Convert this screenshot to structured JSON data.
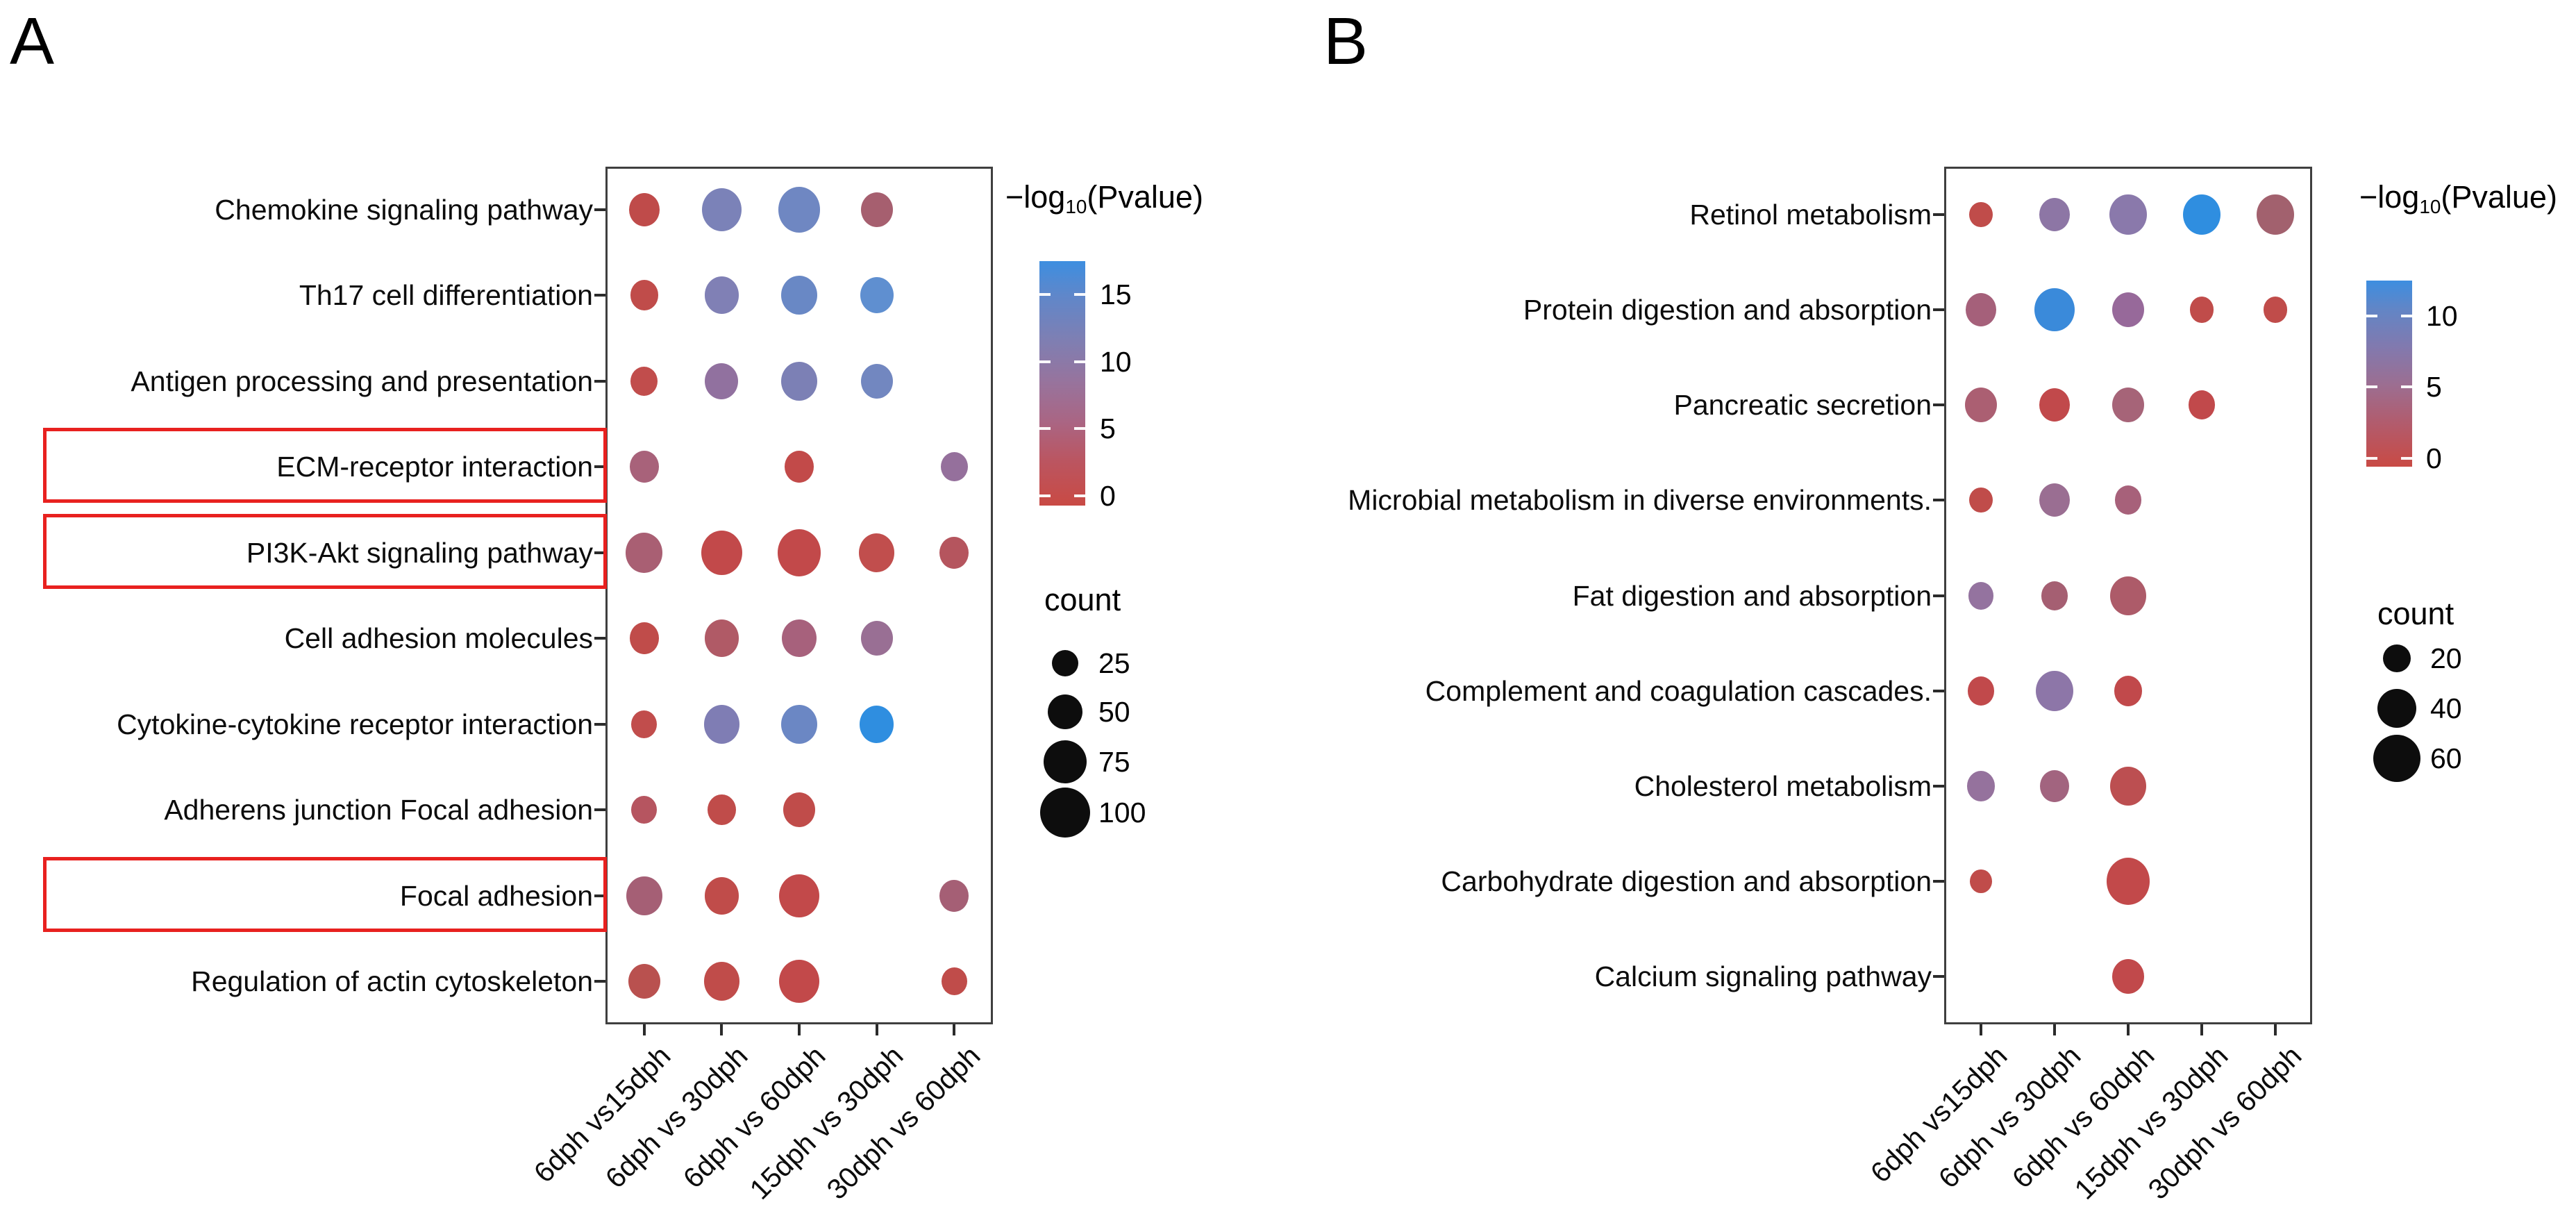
{
  "figure": {
    "background": "#ffffff",
    "description": "Two KEGG pathway enrichment bubble plots (panels A and B)",
    "highlight_box_color": "#e8211f"
  },
  "chart_data": [
    {
      "type": "scatter",
      "panel": "A",
      "x_categories": [
        "6dph vs15dph",
        "6dph vs 30dph",
        "6dph vs 60dph",
        "15dph vs 30dph",
        "30dph vs 60dph"
      ],
      "y_categories": [
        "Chemokine signaling pathway",
        "Th17 cell differentiation",
        "Antigen processing and presentation",
        "ECM-receptor interaction",
        "PI3K-Akt signaling pathway",
        "Cell adhesion molecules",
        "Cytokine-cytokine receptor interaction",
        "Adherens junction Focal adhesion",
        "Focal adhesion",
        "Regulation of actin cytoskeleton"
      ],
      "boxed_y_categories": [
        "ECM-receptor interaction",
        "PI3K-Akt signaling pathway",
        "Focal adhesion"
      ],
      "legend": {
        "color_title_prefix": "−log",
        "color_title_sub": "10",
        "color_title_suffix": "(Pvalue)",
        "color_ticks": [
          15,
          10,
          5,
          0
        ],
        "color_range": [
          0,
          17.5
        ],
        "gradient": [
          {
            "pos": 0.0,
            "color": "#3d8ee0"
          },
          {
            "pos": 0.14,
            "color": "#5f87ca"
          },
          {
            "pos": 0.32,
            "color": "#7e7fb3"
          },
          {
            "pos": 0.5,
            "color": "#98739c"
          },
          {
            "pos": 0.66,
            "color": "#aa6583"
          },
          {
            "pos": 0.82,
            "color": "#bb5560"
          },
          {
            "pos": 1.0,
            "color": "#c94a44"
          }
        ],
        "count_title": "count",
        "count_items": [
          {
            "value": "25",
            "d": 38
          },
          {
            "value": "50",
            "d": 50
          },
          {
            "value": "75",
            "d": 62
          },
          {
            "value": "100",
            "d": 72
          }
        ]
      },
      "dots": [
        {
          "r": 0,
          "c": 0,
          "p": 1,
          "count": 45,
          "color": "#bf4b4a",
          "d": 48
        },
        {
          "r": 0,
          "c": 1,
          "p": 11,
          "count": 74,
          "color": "#7b82b8",
          "d": 62
        },
        {
          "r": 0,
          "c": 2,
          "p": 12,
          "count": 84,
          "color": "#6f87c2",
          "d": 66
        },
        {
          "r": 0,
          "c": 3,
          "p": 5,
          "count": 48,
          "color": "#a65f6f",
          "d": 50
        },
        {
          "r": 1,
          "c": 0,
          "p": 1,
          "count": 37,
          "color": "#c04c4a",
          "d": 44
        },
        {
          "r": 1,
          "c": 1,
          "p": 10.5,
          "count": 56,
          "color": "#8080b5",
          "d": 54
        },
        {
          "r": 1,
          "c": 2,
          "p": 12.5,
          "count": 60,
          "color": "#6988c5",
          "d": 56
        },
        {
          "r": 1,
          "c": 3,
          "p": 13.5,
          "count": 52,
          "color": "#5f8fd0",
          "d": 52
        },
        {
          "r": 2,
          "c": 0,
          "p": 1,
          "count": 34,
          "color": "#c14d4c",
          "d": 42
        },
        {
          "r": 2,
          "c": 1,
          "p": 8,
          "count": 52,
          "color": "#91719f",
          "d": 52
        },
        {
          "r": 2,
          "c": 2,
          "p": 11,
          "count": 60,
          "color": "#7c80b5",
          "d": 56
        },
        {
          "r": 2,
          "c": 3,
          "p": 12,
          "count": 48,
          "color": "#7287c0",
          "d": 50
        },
        {
          "r": 3,
          "c": 0,
          "p": 4.5,
          "count": 41,
          "color": "#a8627a",
          "d": 46
        },
        {
          "r": 3,
          "c": 2,
          "p": 0.5,
          "count": 41,
          "color": "#c24a49",
          "d": 46
        },
        {
          "r": 3,
          "c": 4,
          "p": 7.5,
          "count": 34,
          "color": "#95709c",
          "d": 42
        },
        {
          "r": 4,
          "c": 0,
          "p": 5,
          "count": 65,
          "color": "#a95f73",
          "d": 58
        },
        {
          "r": 4,
          "c": 1,
          "p": 0.5,
          "count": 79,
          "color": "#c2494a",
          "d": 64
        },
        {
          "r": 4,
          "c": 2,
          "p": 0.5,
          "count": 89,
          "color": "#c2494a",
          "d": 68
        },
        {
          "r": 4,
          "c": 3,
          "p": 1,
          "count": 60,
          "color": "#c14e4d",
          "d": 56
        },
        {
          "r": 4,
          "c": 4,
          "p": 2.5,
          "count": 41,
          "color": "#b5555e",
          "d": 46
        },
        {
          "r": 5,
          "c": 0,
          "p": 1,
          "count": 41,
          "color": "#c04c4a",
          "d": 46
        },
        {
          "r": 5,
          "c": 1,
          "p": 3.5,
          "count": 56,
          "color": "#b05a66",
          "d": 54
        },
        {
          "r": 5,
          "c": 2,
          "p": 5,
          "count": 56,
          "color": "#a7617c",
          "d": 54
        },
        {
          "r": 5,
          "c": 3,
          "p": 7,
          "count": 48,
          "color": "#996f94",
          "d": 50
        },
        {
          "r": 6,
          "c": 0,
          "p": 1,
          "count": 31,
          "color": "#c14d4c",
          "d": 40
        },
        {
          "r": 6,
          "c": 1,
          "p": 10.5,
          "count": 60,
          "color": "#7f7db4",
          "d": 56
        },
        {
          "r": 6,
          "c": 2,
          "p": 12.5,
          "count": 60,
          "color": "#6b87c4",
          "d": 56
        },
        {
          "r": 6,
          "c": 3,
          "p": 17,
          "count": 56,
          "color": "#2f8ee0",
          "d": 54
        },
        {
          "r": 7,
          "c": 0,
          "p": 2.5,
          "count": 31,
          "color": "#b65560",
          "d": 40
        },
        {
          "r": 7,
          "c": 1,
          "p": 1,
          "count": 37,
          "color": "#c04c4a",
          "d": 44
        },
        {
          "r": 7,
          "c": 2,
          "p": 1,
          "count": 48,
          "color": "#c04c4a",
          "d": 50
        },
        {
          "r": 8,
          "c": 0,
          "p": 4.5,
          "count": 60,
          "color": "#a55f75",
          "d": 56
        },
        {
          "r": 8,
          "c": 1,
          "p": 1,
          "count": 56,
          "color": "#c04c4a",
          "d": 54
        },
        {
          "r": 8,
          "c": 2,
          "p": 0.5,
          "count": 74,
          "color": "#c2494a",
          "d": 62
        },
        {
          "r": 8,
          "c": 4,
          "p": 4.5,
          "count": 41,
          "color": "#a55f75",
          "d": 46
        },
        {
          "r": 9,
          "c": 0,
          "p": 1.5,
          "count": 48,
          "color": "#b9514f",
          "d": 50
        },
        {
          "r": 9,
          "c": 1,
          "p": 1,
          "count": 60,
          "color": "#c04c4a",
          "d": 56
        },
        {
          "r": 9,
          "c": 2,
          "p": 0.5,
          "count": 74,
          "color": "#c2494a",
          "d": 62
        },
        {
          "r": 9,
          "c": 4,
          "p": 1,
          "count": 31,
          "color": "#c04c4a",
          "d": 40
        }
      ]
    },
    {
      "type": "scatter",
      "panel": "B",
      "x_categories": [
        "6dph vs15dph",
        "6dph vs 30dph",
        "6dph vs 60dph",
        "15dph vs 30dph",
        "30dph vs 60dph"
      ],
      "y_categories": [
        "Retinol metabolism",
        "Protein digestion and absorption",
        "Pancreatic secretion",
        "Microbial metabolism in diverse environments.",
        "Fat digestion and absorption",
        "Complement and coagulation cascades.",
        "Cholesterol metabolism",
        "Carbohydrate digestion and absorption",
        "Calcium signaling pathway"
      ],
      "boxed_y_categories": [],
      "legend": {
        "color_title_prefix": "−log",
        "color_title_sub": "10",
        "color_title_suffix": "(Pvalue)",
        "color_ticks": [
          10,
          5,
          0
        ],
        "color_range": [
          0,
          12.5
        ],
        "gradient": [
          {
            "pos": 0.0,
            "color": "#3d8ee0"
          },
          {
            "pos": 0.16,
            "color": "#6385c5"
          },
          {
            "pos": 0.36,
            "color": "#8279ae"
          },
          {
            "pos": 0.56,
            "color": "#9c6e91"
          },
          {
            "pos": 0.76,
            "color": "#b15c6e"
          },
          {
            "pos": 1.0,
            "color": "#c94a44"
          }
        ],
        "count_title": "count",
        "count_items": [
          {
            "value": "20",
            "d": 40
          },
          {
            "value": "40",
            "d": 56
          },
          {
            "value": "60",
            "d": 68
          }
        ]
      },
      "dots": [
        {
          "r": 0,
          "c": 0,
          "p": 0.5,
          "count": 16,
          "color": "#c04c4a",
          "d": 36
        },
        {
          "r": 0,
          "c": 1,
          "p": 7.5,
          "count": 29,
          "color": "#8d76a5",
          "d": 48
        },
        {
          "r": 0,
          "c": 2,
          "p": 8,
          "count": 42,
          "color": "#8a79ab",
          "d": 58
        },
        {
          "r": 0,
          "c": 3,
          "p": 12.5,
          "count": 42,
          "color": "#2f8ee0",
          "d": 58
        },
        {
          "r": 0,
          "c": 4,
          "p": 4.5,
          "count": 42,
          "color": "#a2616e",
          "d": 58
        },
        {
          "r": 1,
          "c": 0,
          "p": 5,
          "count": 29,
          "color": "#a5607a",
          "d": 48
        },
        {
          "r": 1,
          "c": 1,
          "p": 11.5,
          "count": 48,
          "color": "#3a8ada",
          "d": 62
        },
        {
          "r": 1,
          "c": 2,
          "p": 6.5,
          "count": 32,
          "color": "#97699a",
          "d": 50
        },
        {
          "r": 1,
          "c": 3,
          "p": 0.5,
          "count": 18,
          "color": "#c04c4a",
          "d": 38
        },
        {
          "r": 1,
          "c": 4,
          "p": 0.5,
          "count": 18,
          "color": "#c04c4a",
          "d": 38
        },
        {
          "r": 2,
          "c": 0,
          "p": 4,
          "count": 32,
          "color": "#ab5f72",
          "d": 50
        },
        {
          "r": 2,
          "c": 1,
          "p": 0.5,
          "count": 29,
          "color": "#c1494b",
          "d": 48
        },
        {
          "r": 2,
          "c": 2,
          "p": 4.5,
          "count": 32,
          "color": "#a66478",
          "d": 50
        },
        {
          "r": 2,
          "c": 3,
          "p": 0.5,
          "count": 22,
          "color": "#c1494b",
          "d": 42
        },
        {
          "r": 3,
          "c": 0,
          "p": 0.5,
          "count": 16,
          "color": "#c04c4a",
          "d": 36
        },
        {
          "r": 3,
          "c": 1,
          "p": 6.5,
          "count": 29,
          "color": "#9a6e92",
          "d": 48
        },
        {
          "r": 3,
          "c": 2,
          "p": 4.5,
          "count": 22,
          "color": "#a7617a",
          "d": 42
        },
        {
          "r": 4,
          "c": 0,
          "p": 7,
          "count": 20,
          "color": "#94739f",
          "d": 40
        },
        {
          "r": 4,
          "c": 1,
          "p": 4.5,
          "count": 22,
          "color": "#a55f72",
          "d": 42
        },
        {
          "r": 4,
          "c": 2,
          "p": 3.5,
          "count": 40,
          "color": "#ad5b69",
          "d": 56
        },
        {
          "r": 5,
          "c": 0,
          "p": 0.5,
          "count": 22,
          "color": "#c1494b",
          "d": 42
        },
        {
          "r": 5,
          "c": 1,
          "p": 7.5,
          "count": 42,
          "color": "#8d76a8",
          "d": 58
        },
        {
          "r": 5,
          "c": 2,
          "p": 0.5,
          "count": 24,
          "color": "#c1494b",
          "d": 44
        },
        {
          "r": 6,
          "c": 0,
          "p": 7,
          "count": 24,
          "color": "#95729d",
          "d": 44
        },
        {
          "r": 6,
          "c": 1,
          "p": 5,
          "count": 27,
          "color": "#a2647f",
          "d": 46
        },
        {
          "r": 6,
          "c": 2,
          "p": 1.5,
          "count": 40,
          "color": "#bc4f51",
          "d": 56
        },
        {
          "r": 7,
          "c": 0,
          "p": 0.5,
          "count": 15,
          "color": "#c04c4a",
          "d": 34
        },
        {
          "r": 7,
          "c": 2,
          "p": 0.5,
          "count": 58,
          "color": "#c2494a",
          "d": 68
        },
        {
          "r": 8,
          "c": 2,
          "p": 1,
          "count": 32,
          "color": "#c1494b",
          "d": 50
        }
      ]
    }
  ]
}
